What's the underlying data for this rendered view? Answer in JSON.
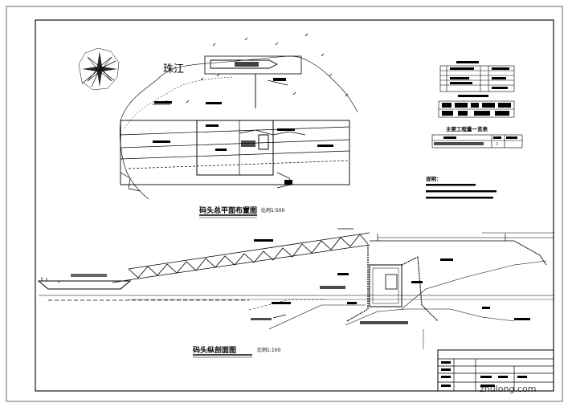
{
  "drawing": {
    "river_label": "珠江",
    "plan_title": "码头总平面布置图",
    "plan_scale": "比例1:500",
    "section_title": "码头纵剖面图",
    "section_scale": "比例1:100"
  },
  "notes": {
    "heading": "说明："
  },
  "quantities": {
    "title": "主要工程量一览表"
  },
  "watermark": "zhulong.com"
}
